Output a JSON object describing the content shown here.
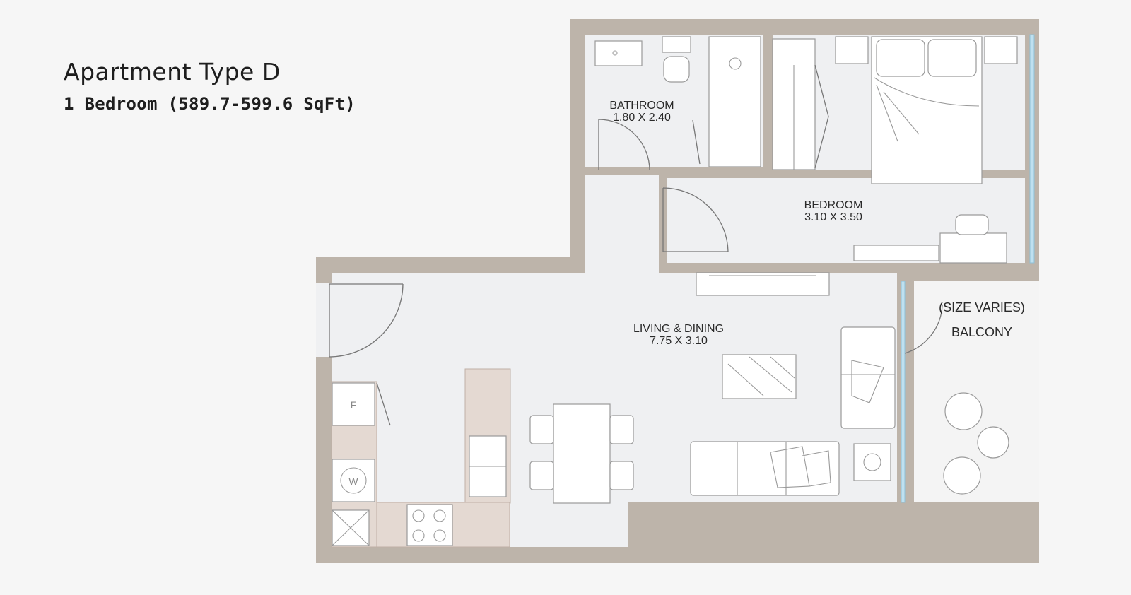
{
  "header": {
    "title": "Apartment Type D",
    "subtitle": "1 Bedroom (589.7-599.6 SqFt)"
  },
  "rooms": {
    "bathroom": {
      "name": "BATHROOM",
      "size": "1.80 X 2.40"
    },
    "bedroom": {
      "name": "BEDROOM",
      "size": "3.10 X 3.50"
    },
    "living": {
      "name": "LIVING & DINING",
      "size": "7.75 X 3.10"
    },
    "balcony": {
      "note": "(SIZE VARIES)",
      "name": "BALCONY"
    }
  },
  "appliances": {
    "fridge": "F",
    "washer": "W"
  },
  "colors": {
    "wall": "#bdb4aa",
    "floor": "#eff0f2",
    "counter": "#e4d9d2",
    "glass": "#bfe0ef"
  }
}
